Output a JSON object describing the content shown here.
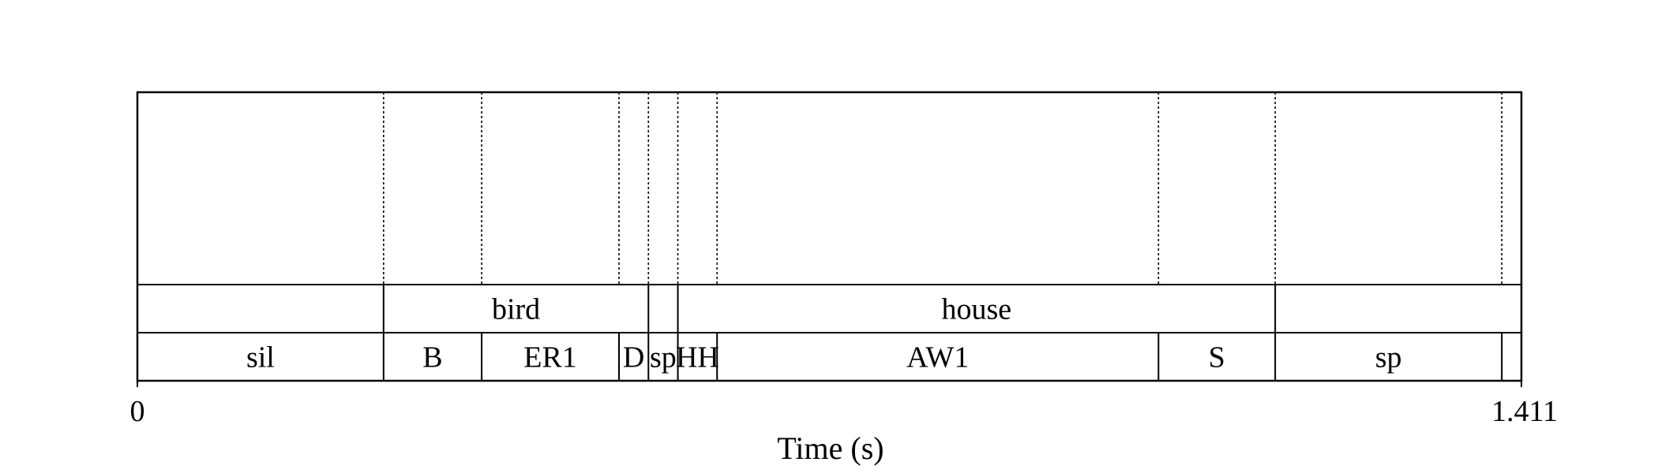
{
  "axis": {
    "start_label": "0",
    "end_label": "1.411",
    "title": "Time (s)",
    "duration": 1.411
  },
  "tiers": {
    "words": [
      {
        "label": "",
        "start": 0.0,
        "end": 0.251
      },
      {
        "label": "bird",
        "start": 0.251,
        "end": 0.521
      },
      {
        "label": "",
        "start": 0.521,
        "end": 0.551
      },
      {
        "label": "house",
        "start": 0.551,
        "end": 1.16
      },
      {
        "label": "",
        "start": 1.16,
        "end": 1.411
      }
    ],
    "phones": [
      {
        "label": "sil",
        "start": 0.0,
        "end": 0.251
      },
      {
        "label": "B",
        "start": 0.251,
        "end": 0.351
      },
      {
        "label": "ER1",
        "start": 0.351,
        "end": 0.491
      },
      {
        "label": "D",
        "start": 0.491,
        "end": 0.521
      },
      {
        "label": "sp",
        "start": 0.521,
        "end": 0.551
      },
      {
        "label": "HH",
        "start": 0.551,
        "end": 0.591
      },
      {
        "label": "AW1",
        "start": 0.591,
        "end": 1.041
      },
      {
        "label": "S",
        "start": 1.041,
        "end": 1.16
      },
      {
        "label": "sp",
        "start": 1.16,
        "end": 1.391
      },
      {
        "label": "",
        "start": 1.391,
        "end": 1.411
      }
    ]
  }
}
